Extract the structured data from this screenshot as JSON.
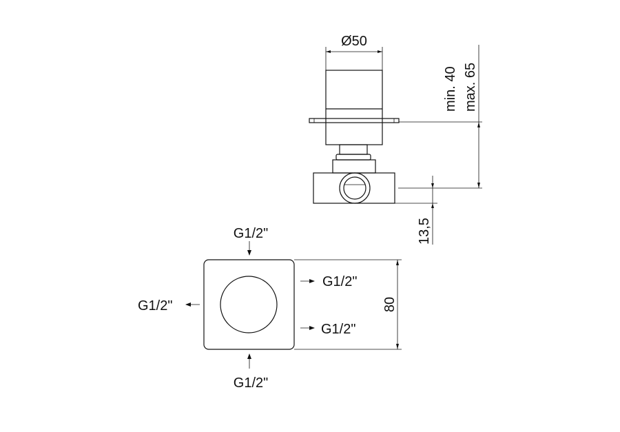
{
  "side_view": {
    "diameter_label": "Ø50",
    "depth_min_label": "min. 40",
    "depth_max_label": "max. 65",
    "offset_label": "13,5"
  },
  "plan_view": {
    "height_label": "80",
    "connections": {
      "top": "G1/2\"",
      "bottom": "G1/2\"",
      "left": "G1/2\"",
      "right_upper": "G1/2\"",
      "right_lower": "G1/2\""
    }
  },
  "colors": {
    "line": "#111111",
    "background": "#ffffff"
  }
}
